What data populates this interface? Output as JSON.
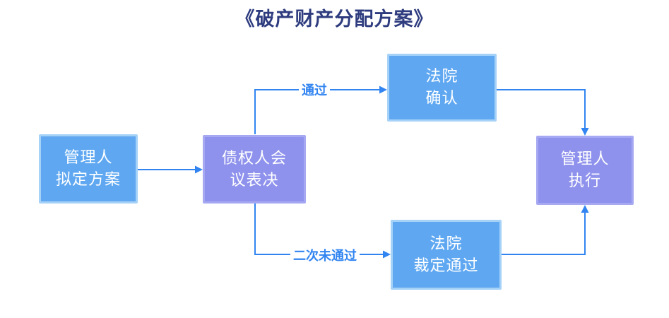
{
  "title": "《破产财产分配方案》",
  "nodes": [
    {
      "id": "administrator-drafts-plan",
      "line1": "管理人",
      "line2": "拟定方案",
      "color": "blue"
    },
    {
      "id": "creditors-meeting-vote",
      "line1": "债权人会",
      "line2": "议表决",
      "color": "purple"
    },
    {
      "id": "court-confirmation",
      "line1": "法院",
      "line2": "确认",
      "color": "blue"
    },
    {
      "id": "court-ruling-approval",
      "line1": "法院",
      "line2": "裁定通过",
      "color": "blue"
    },
    {
      "id": "administrator-executes",
      "line1": "管理人",
      "line2": "执行",
      "color": "purple"
    }
  ],
  "edge_labels": {
    "pass": "通过",
    "fail_twice": "二次未通过"
  },
  "colors": {
    "background": "#ffffff",
    "title": "#2e3c7f",
    "blue_fill": "#5fa8f1",
    "blue_border": "#a6d2f8",
    "purple_fill": "#8f92ec",
    "purple_border": "#a6a9f2",
    "line": "#3285f1",
    "edge_label": "#3285f1",
    "node_text": "#ffffff"
  }
}
